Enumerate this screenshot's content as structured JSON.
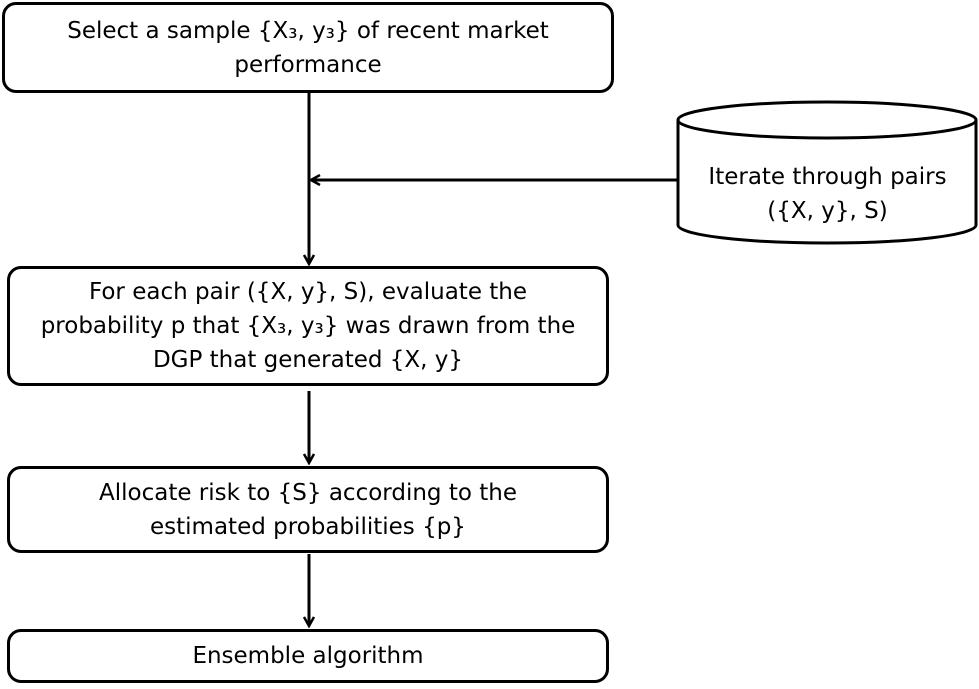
{
  "nodes": {
    "select": {
      "line1": "Select a sample {X₃, y₃} of recent market",
      "line2": "performance"
    },
    "iterate": {
      "line1": "Iterate through pairs",
      "line2": "({X, y}, S)"
    },
    "evaluate": {
      "line1": "For each pair ({X, y}, S), evaluate the",
      "line2": "probability p that {X₃, y₃} was drawn from the",
      "line3": "DGP that generated {X, y}"
    },
    "allocate": {
      "line1": "Allocate risk to {S} according to the",
      "line2": "estimated probabilities {p}"
    },
    "ensemble": {
      "line1": "Ensemble algorithm"
    }
  }
}
